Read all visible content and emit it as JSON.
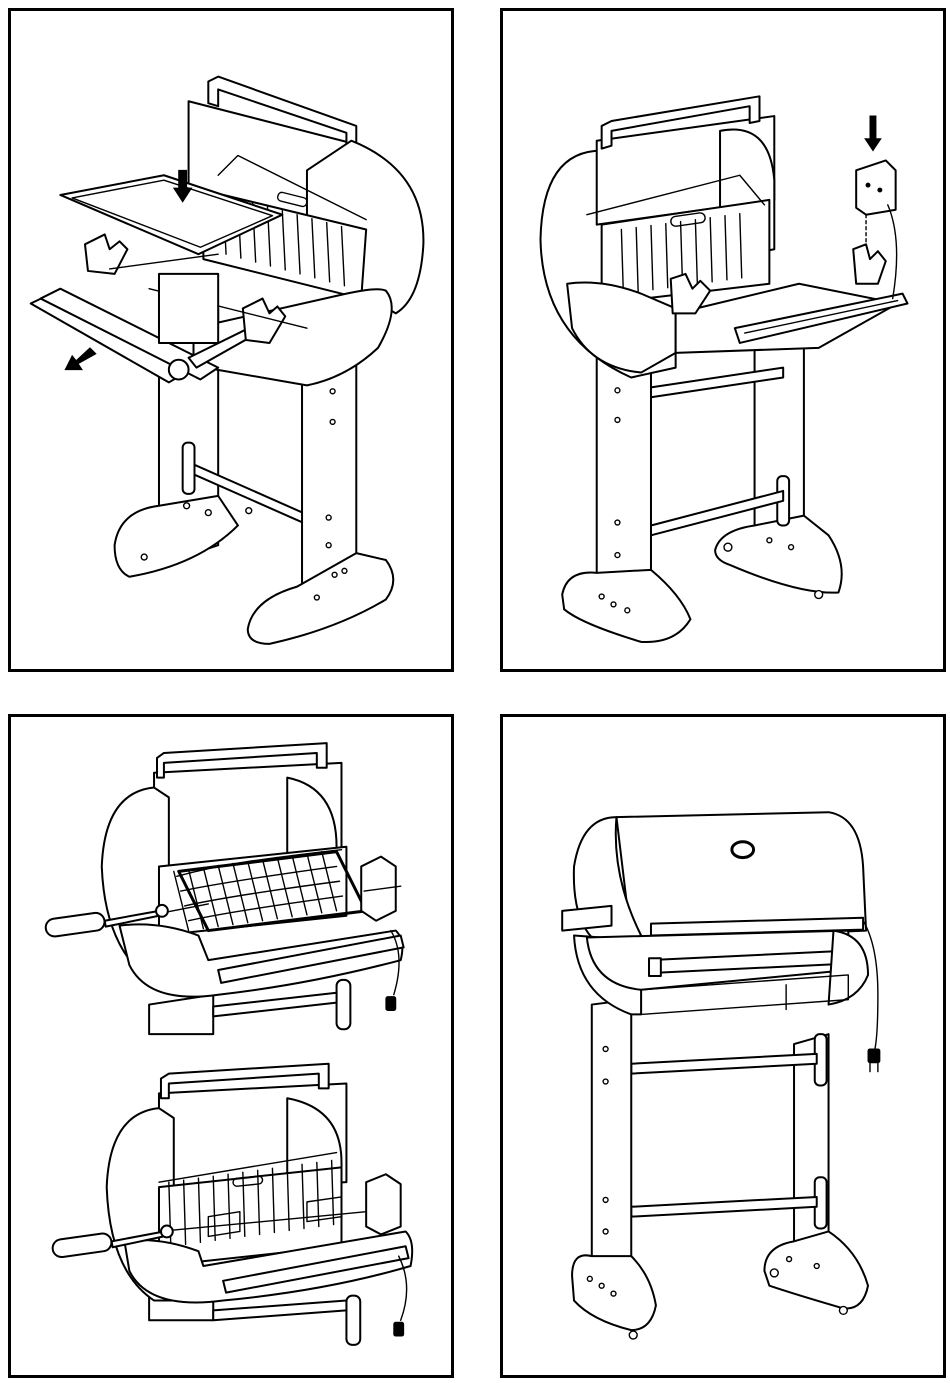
{
  "document": {
    "page_background": "#ffffff",
    "line_color": "#000000",
    "panels": [
      {
        "id": "panel-1",
        "depicts": "grill-with-drip-tray-and-side-rail-being-inserted",
        "arrows": 2
      },
      {
        "id": "panel-2",
        "depicts": "grill-with-motor-unit-being-mounted",
        "arrows": 1
      },
      {
        "id": "panel-3",
        "depicts": "rotisserie-basket-and-spit-insertion",
        "arrows": 0
      },
      {
        "id": "panel-4",
        "depicts": "assembled-grill-with-closed-lid",
        "arrows": 0
      }
    ]
  }
}
